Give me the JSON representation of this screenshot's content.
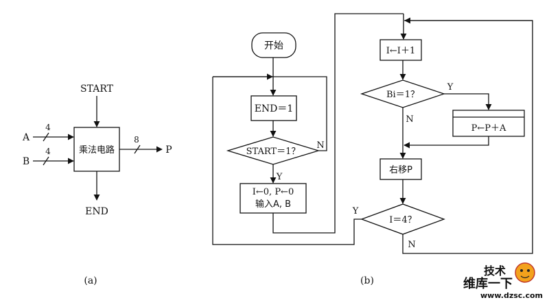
{
  "panel_a": {
    "start": "START",
    "input_a": "A",
    "input_b": "B",
    "bus_a": "4",
    "bus_b": "4",
    "block": "乘法电路",
    "bus_out": "8",
    "output": "P",
    "end": "END",
    "caption": "(a)"
  },
  "panel_b": {
    "begin": "开始",
    "end_set": "END＝1",
    "start_check": "START＝1？",
    "no_label": "N",
    "yes_label": "Y",
    "init_line1": "I←0, P←0",
    "init_line2": "输入A, B",
    "increment": "I←I＋1",
    "bit_check": "Bi＝1？",
    "bit_yes": "Y",
    "bit_no": "N",
    "accumulate": "P←P＋A",
    "shift": "右移P",
    "loop_check": "I＝4？",
    "loop_yes": "Y",
    "loop_no": "N",
    "caption": "(b)"
  },
  "watermark": {
    "line1": "维库一下",
    "line2": "www.dzsc.com",
    "badge": "技术",
    "badge_color": "#e0422a"
  }
}
